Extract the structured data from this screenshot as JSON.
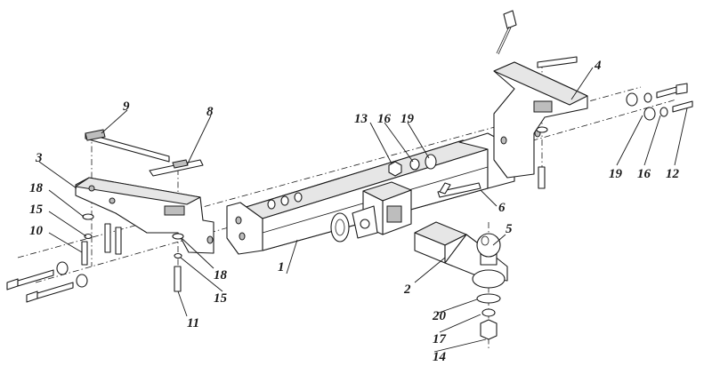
{
  "callouts": [
    {
      "id": "n1",
      "text": "1"
    },
    {
      "id": "n2",
      "text": "2"
    },
    {
      "id": "n3",
      "text": "3"
    },
    {
      "id": "n4",
      "text": "4"
    },
    {
      "id": "n5",
      "text": "5"
    },
    {
      "id": "n6",
      "text": "6"
    },
    {
      "id": "n8",
      "text": "8"
    },
    {
      "id": "n9",
      "text": "9"
    },
    {
      "id": "n10",
      "text": "10"
    },
    {
      "id": "n11",
      "text": "11"
    },
    {
      "id": "n12",
      "text": "12"
    },
    {
      "id": "n13",
      "text": "13"
    },
    {
      "id": "n14",
      "text": "14"
    },
    {
      "id": "n15a",
      "text": "15"
    },
    {
      "id": "n15b",
      "text": "15"
    },
    {
      "id": "n16a",
      "text": "16"
    },
    {
      "id": "n16b",
      "text": "16"
    },
    {
      "id": "n17",
      "text": "17"
    },
    {
      "id": "n18a",
      "text": "18"
    },
    {
      "id": "n18b",
      "text": "18"
    },
    {
      "id": "n19a",
      "text": "19"
    },
    {
      "id": "n19b",
      "text": "19"
    },
    {
      "id": "n20",
      "text": "20"
    }
  ]
}
